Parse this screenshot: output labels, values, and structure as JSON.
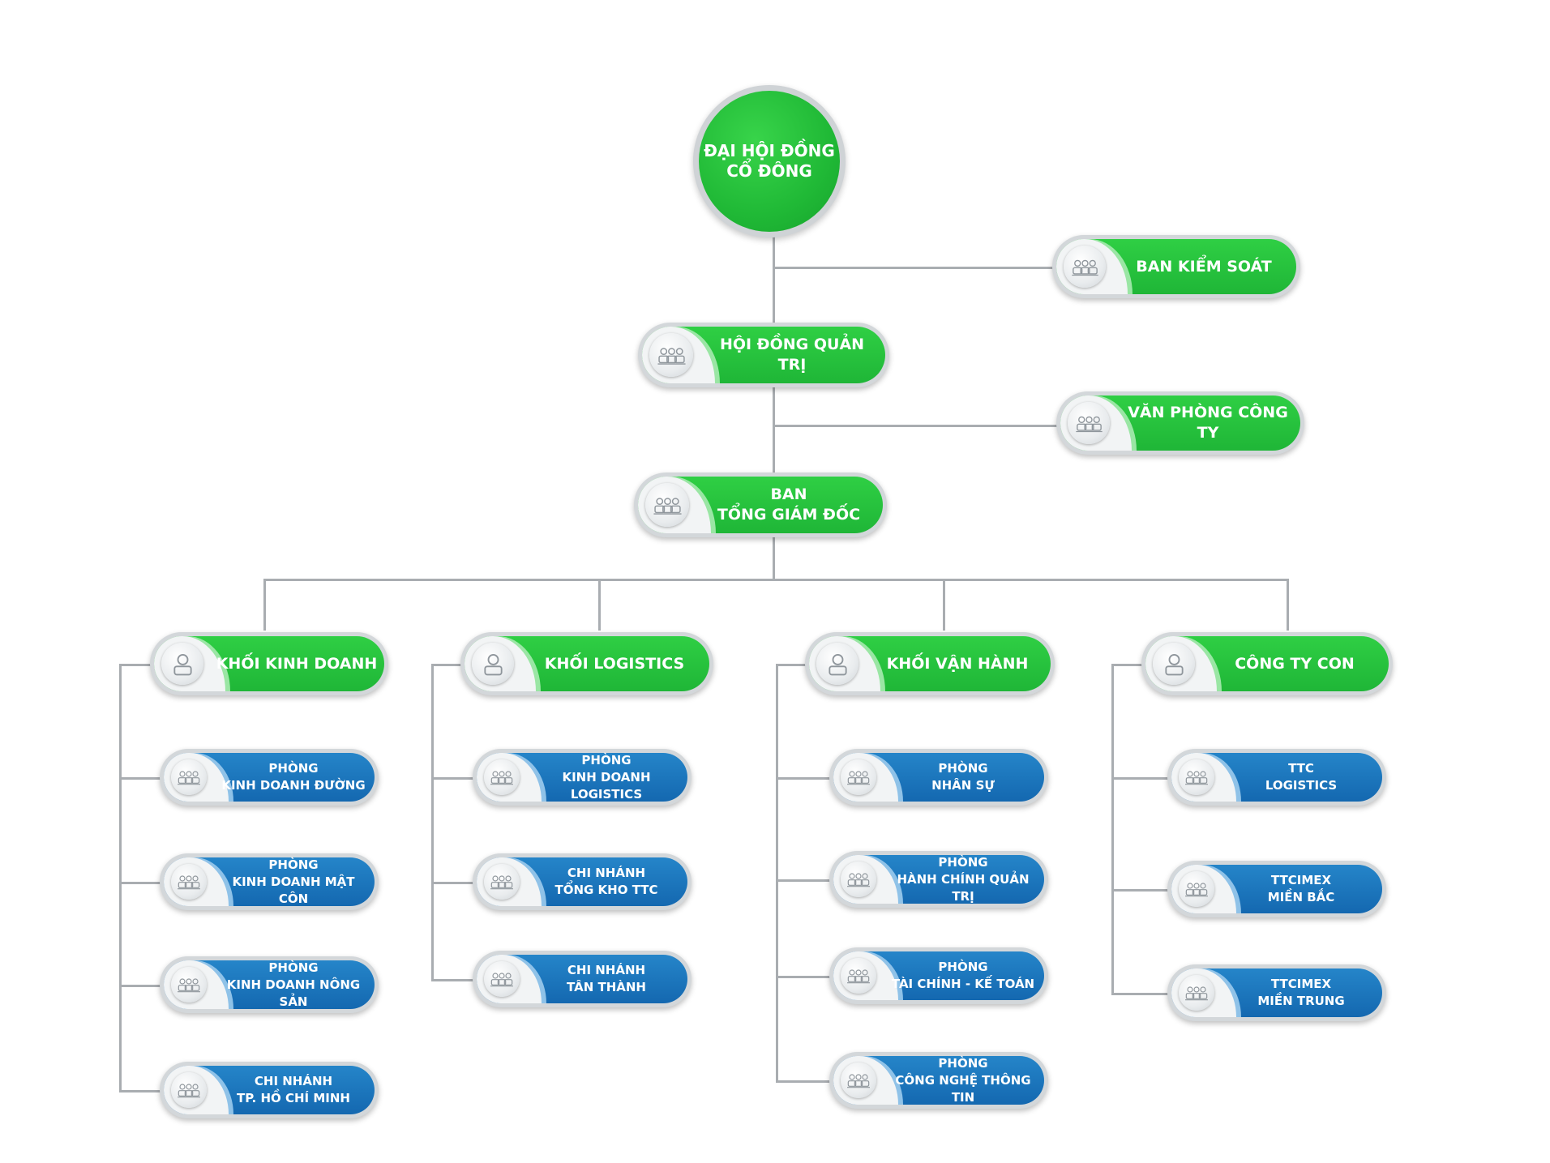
{
  "diagram": {
    "top": {
      "label": "ĐẠI HỘI ĐỒNG\nCỔ ĐÔNG"
    },
    "ban_kiem_soat": {
      "label": "BAN KIỂM SOÁT",
      "icon": "group-icon"
    },
    "hoi_dong_quan_tri": {
      "label": "HỘI ĐỒNG QUẢN TRỊ",
      "icon": "group-icon"
    },
    "van_phong_cong_ty": {
      "label": "VĂN PHÒNG CÔNG TY",
      "icon": "group-icon"
    },
    "ban_tong_giam_doc": {
      "label": "BAN\nTỔNG GIÁM ĐỐC",
      "icon": "group-icon"
    },
    "divisions": [
      {
        "label": "KHỐI KINH DOANH",
        "icon": "person-icon",
        "children": [
          {
            "label": "PHÒNG\nKINH DOANH ĐƯỜNG"
          },
          {
            "label": "PHÒNG\nKINH DOANH MẬT CÔN"
          },
          {
            "label": "PHÒNG\nKINH DOANH NÔNG SẢN"
          },
          {
            "label": "CHI NHÁNH\nTP. HỒ CHÍ MINH"
          }
        ]
      },
      {
        "label": "KHỐI LOGISTICS",
        "icon": "person-icon",
        "children": [
          {
            "label": "PHÒNG\nKINH DOANH LOGISTICS"
          },
          {
            "label": "CHI NHÁNH\nTỔNG KHO TTC"
          },
          {
            "label": "CHI NHÁNH\nTÂN THÀNH"
          }
        ]
      },
      {
        "label": "KHỐI VẬN HÀNH",
        "icon": "person-icon",
        "children": [
          {
            "label": "PHÒNG\nNHÂN SỰ"
          },
          {
            "label": "PHÒNG\nHÀNH CHÍNH QUẢN TRỊ"
          },
          {
            "label": "PHÒNG\nTÀI CHÍNH -  KẾ TOÁN"
          },
          {
            "label": "PHÒNG\nCÔNG NGHỆ THÔNG TIN"
          }
        ]
      },
      {
        "label": "CÔNG TY CON",
        "icon": "person-icon",
        "children": [
          {
            "label": "TTC\nLOGISTICS"
          },
          {
            "label": "TTCIMEX\nMIỀN BẮC"
          },
          {
            "label": "TTCIMEX\nMIỀN TRUNG"
          }
        ]
      }
    ],
    "colors": {
      "green": "#22bb38",
      "blue": "#1b74bc",
      "connector": "#a9adb1",
      "pill_border": "#d3d7da"
    }
  }
}
